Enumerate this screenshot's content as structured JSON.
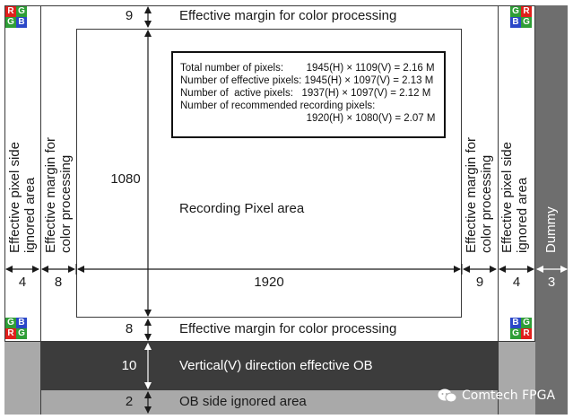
{
  "colors": {
    "red": "#e0201c",
    "green": "#2f9e37",
    "blue": "#2b48c8",
    "ob_dark": "#3c3c3c",
    "ob_light": "#a9a9a9",
    "dummy": "#6e6e6e"
  },
  "bayer_tiles": {
    "top_left": [
      "R",
      "G",
      "G",
      "B"
    ],
    "top_right": [
      "G",
      "R",
      "B",
      "G"
    ],
    "bottom_left": [
      "G",
      "B",
      "R",
      "G"
    ],
    "bottom_right": [
      "B",
      "G",
      "G",
      "R"
    ]
  },
  "labels": {
    "top_margin": "Effective margin for color processing",
    "bottom_margin": "Effective margin for color processing",
    "recording_area": "Recording Pixel area",
    "vertical_ob": "Vertical(V) direction effective OB",
    "ob_ignored": "OB side ignored area",
    "left_ignored": "Effective pixel side ignored area",
    "left_ignored_line1": "Effective pixel side",
    "left_ignored_line2": "ignored area",
    "left_margin_line1": "Effective margin for",
    "left_margin_line2": "color processing",
    "right_margin_line1": "Effective margin for",
    "right_margin_line2": "color processing",
    "right_ignored_line1": "Effective pixel side",
    "right_ignored_line2": "ignored area",
    "dummy": "Dummy"
  },
  "dimensions": {
    "top": "9",
    "height": "1080",
    "bottom_margin": "8",
    "v_ob": "10",
    "ob_ignored": "2",
    "left_ignored": "4",
    "left_margin": "8",
    "width": "1920",
    "right_margin": "9",
    "right_ignored": "4",
    "dummy": "3"
  },
  "info_box": {
    "line1": "Total number of pixels:        1945(H) × 1109(V) = 2.16 M",
    "line2": "Number of effective pixels: 1945(H) × 1097(V) = 2.13 M",
    "line3": "Number of  active pixels:   1937(H) × 1097(V) = 2.12 M",
    "line4": "Number of recommended recording pixels:",
    "line5": "                                            1920(H) × 1080(V) = 2.07 M"
  },
  "watermark": "Comtech FPGA"
}
